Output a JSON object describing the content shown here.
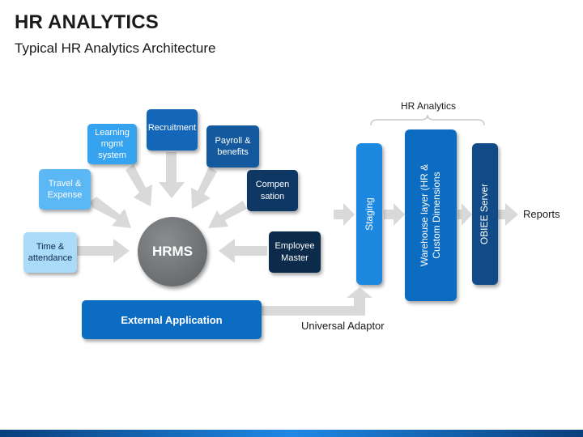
{
  "header": {
    "title": "HR ANALYTICS",
    "subtitle": "Typical HR Analytics Architecture"
  },
  "sources": {
    "time_attendance": [
      "Time &",
      "attendance"
    ],
    "travel_expense": [
      "Travel &",
      "Expense"
    ],
    "learning_mgmt": [
      "Learning",
      "mgmt",
      "system"
    ],
    "recruitment": [
      "Recruitment"
    ],
    "payroll": [
      "Payroll &",
      "benefits"
    ],
    "compensation": [
      "Compen",
      "sation"
    ],
    "employee_master": [
      "Employee",
      "Master"
    ]
  },
  "hub": {
    "label": "HRMS"
  },
  "external": {
    "label": "External Application",
    "adaptor_label": "Universal Adaptor"
  },
  "analytics": {
    "group_label": "HR Analytics",
    "staging": "Staging",
    "warehouse": [
      "Warehouse layer (HR &",
      "Custom Dimensions"
    ],
    "obiee": "OBIEE Server",
    "output": "Reports"
  },
  "colors": {
    "light_blue": "#5bb8f5",
    "mid_blue": "#1c88e0",
    "dark_blue": "#1467b8",
    "navy": "#0d3d6e",
    "arrow_gray": "#d9d9d9"
  }
}
